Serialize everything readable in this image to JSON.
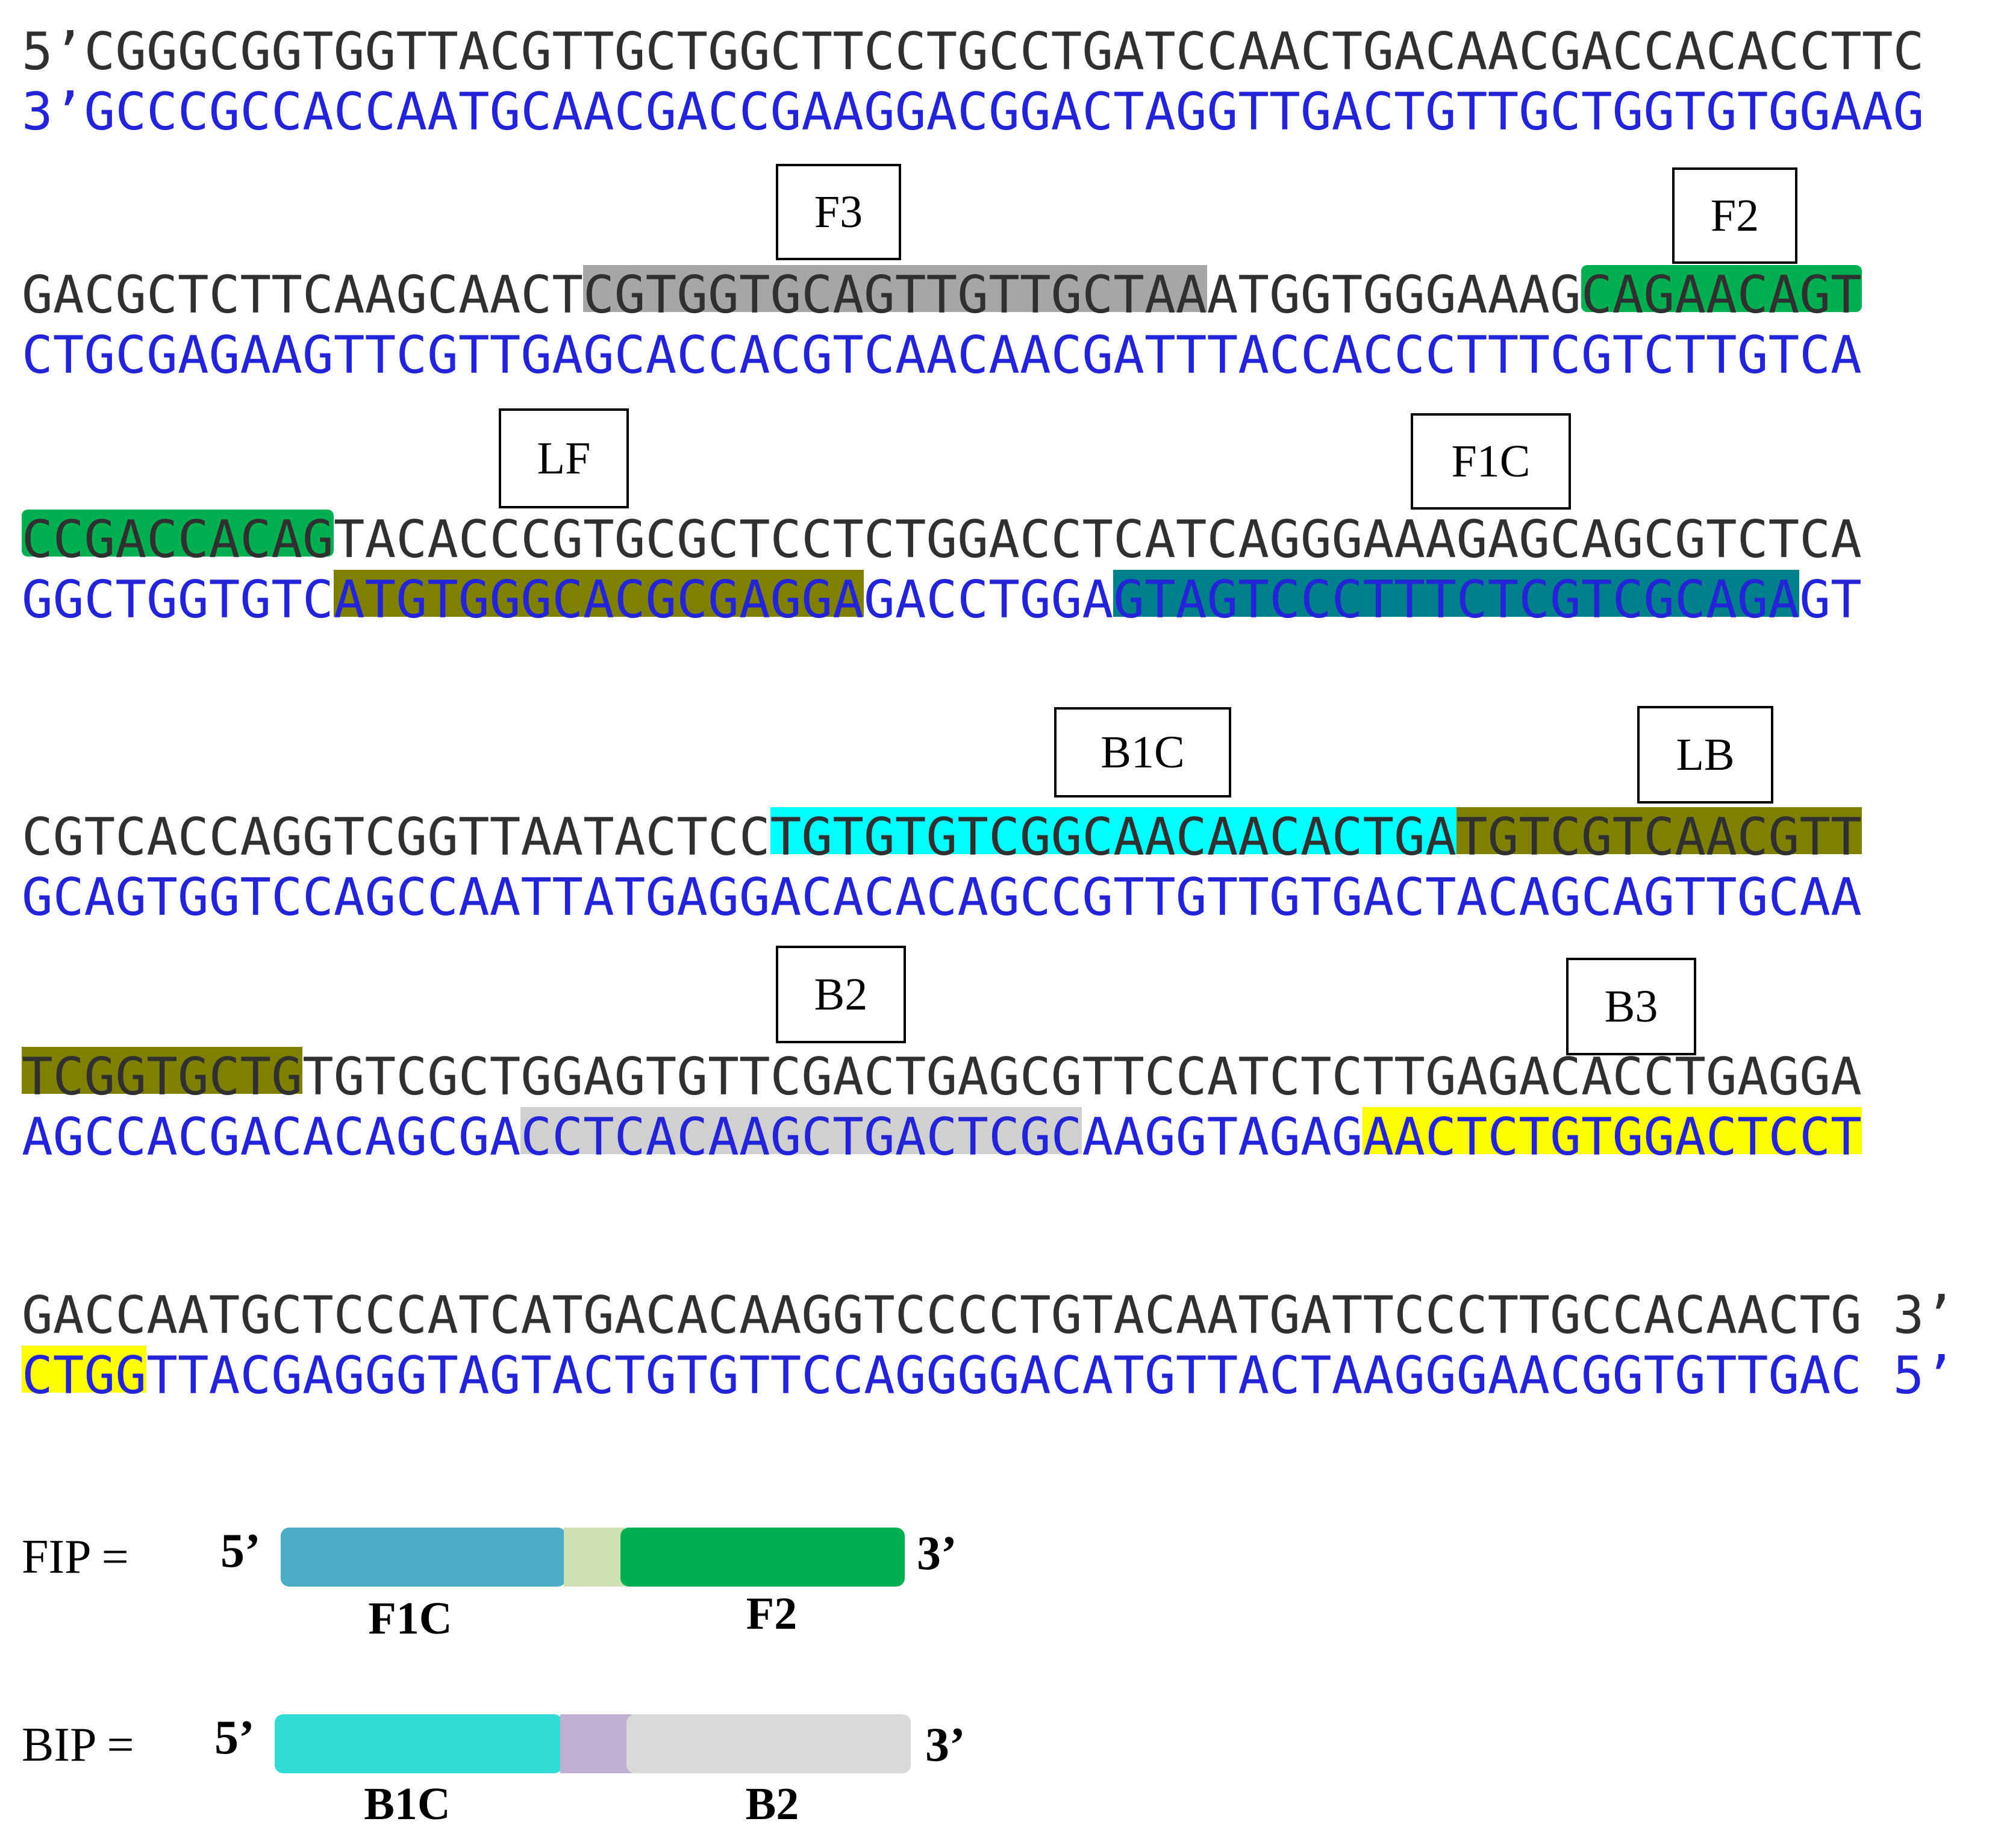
{
  "sequence_blocks": [
    {
      "top": [
        {
          "t": "5’CGGGCGGTGGTTACGTTGCTGGCTTCCTGCCTGATCCAACTGACAACGACCACACCTTC"
        }
      ],
      "bottom": [
        {
          "t": "3’GCCCGCCACCAATGCAACGACCGAAGGACGGACTAGGTTGACTGTTGCTGGTGTGGAAG"
        }
      ]
    },
    {
      "top": [
        {
          "t": "GACGCTCTTCAAGCAACT"
        },
        {
          "t": "CGTGGTGCAGTTGTTGCTAA",
          "bg": "#a6a6a6"
        },
        {
          "t": "ATGGTGGGAAAG"
        },
        {
          "t": "CAGAACAGT",
          "bg": "#00b050",
          "round": true
        }
      ],
      "bottom": [
        {
          "t": "CTGCGAGAAGTTCGTTGAGCACCACGTCAACAACGATTTACCACCCTTTCGTCTTGTCA"
        }
      ]
    },
    {
      "top": [
        {
          "t": "CCGACCACAG",
          "bg": "#00b050",
          "round": true
        },
        {
          "t": "TACACCCGTGCGCTCCTCTGGACCTCATCAGGGAAAGAGCAGCGTCTCA"
        }
      ],
      "bottom": [
        {
          "t": "GGCTGGTGTC"
        },
        {
          "t": "ATGTGGGCACGCGAGGA",
          "bg": "#808000"
        },
        {
          "t": "GACCTGGA"
        },
        {
          "t": "GTAGTCCCTTTCTCGTCGCAGA",
          "bg": "#00808a"
        },
        {
          "t": "GT"
        }
      ]
    },
    {
      "top": [
        {
          "t": "CGTCACCAGGTCGGTTAATACTCC"
        },
        {
          "t": "TGTGTGTCGGCAACAACACTGA",
          "bg": "#00ffff"
        },
        {
          "t": "TGTCGTCAACGTT",
          "bg": "#808000"
        }
      ],
      "bottom": [
        {
          "t": "GCAGTGGTCCAGCCAATTATGAGGACACACAGCCGTTGTTGTGACTACAGCAGTTGCAA"
        }
      ]
    },
    {
      "top": [
        {
          "t": "TCGGTGCTG",
          "bg": "#808000"
        },
        {
          "t": "TGTCGCTGGAGTGTTCGACTGAGCGTTCCATCTCTTGAGACACCTGAGGA"
        }
      ],
      "bottom": [
        {
          "t": "AGCCACGACACAGCGA"
        },
        {
          "t": "CCTCACAAGCTGACTCGC",
          "bg": "#d0d0d0"
        },
        {
          "t": "AAGGTAGAG"
        },
        {
          "t": "AACTCTGTGGACTCCT",
          "bg": "#ffff00"
        }
      ]
    },
    {
      "top": [
        {
          "t": "GACCAATGCTCCCATCATGACACAAGGTCCCCTGTACAATGATTCCCTTGCCACAACTG 3’"
        }
      ],
      "bottom": [
        {
          "t": "CTGG",
          "bg": "#ffff00"
        },
        {
          "t": "TTACGAGGGTAGTACTGTGTTCCAGGGGACATGTTACTAAGGGAACGGTGTTGAC 5’"
        }
      ]
    }
  ],
  "region_labels": [
    "F3",
    "F2",
    "LF",
    "F1C",
    "B1C",
    "LB",
    "B2",
    "B3"
  ],
  "primers": [
    {
      "label": "FIP =",
      "five_prime": "5’",
      "three_prime": "3’",
      "segments": [
        {
          "label": "F1C",
          "color": "#4bacc6"
        },
        {
          "label": "",
          "color": "#cfe0b3"
        },
        {
          "label": "F2",
          "color": "#00b050"
        }
      ]
    },
    {
      "label": "BIP =",
      "five_prime": "5’",
      "three_prime": "3’",
      "segments": [
        {
          "label": "B1C",
          "color": "#33dbd6"
        },
        {
          "label": "",
          "color": "#bfb0d3"
        },
        {
          "label": "B2",
          "color": "#d9d9d9"
        }
      ]
    }
  ]
}
